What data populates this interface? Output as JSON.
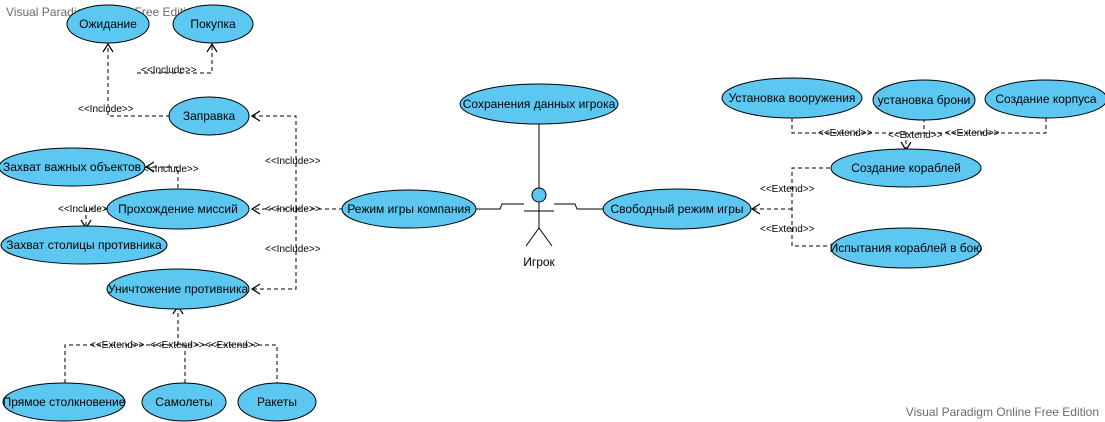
{
  "watermark": {
    "top": "Visual Paradigm Online Free Edition",
    "bottom": "Visual Paradigm Online Free Edition"
  },
  "actor": {
    "label": "Игрок"
  },
  "usecases": {
    "ozhidanie": "Ожидание",
    "pokupka": "Покупка",
    "zapravka": "Заправка",
    "zahvat_obektov": "Захват важных объектов",
    "prohozhdenie": "Прохождение миссий",
    "zahvat_stolicy": "Захват столицы противника",
    "unichtozhenie": "Уничтожение противника",
    "pryamoe": "Прямое столкновение",
    "samolety": "Самолеты",
    "rakety": "Ракеты",
    "rezhim_kompaniya": "Режим игры компания",
    "sohranenie": "Сохранения данных игрока",
    "svobodnyi": "Свободный режим игры",
    "ustanovka_vooruzheniya": "Установка вооружения",
    "ustanovka_broni": "установка брони",
    "sozdanie_korpusa": "Создание корпуса",
    "sozdanie_korablei": "Создание кораблей",
    "ispytaniya": "Испытания кораблей в бою"
  },
  "relations": {
    "include": "<<Include>>",
    "extend": "<<Extend>>"
  }
}
